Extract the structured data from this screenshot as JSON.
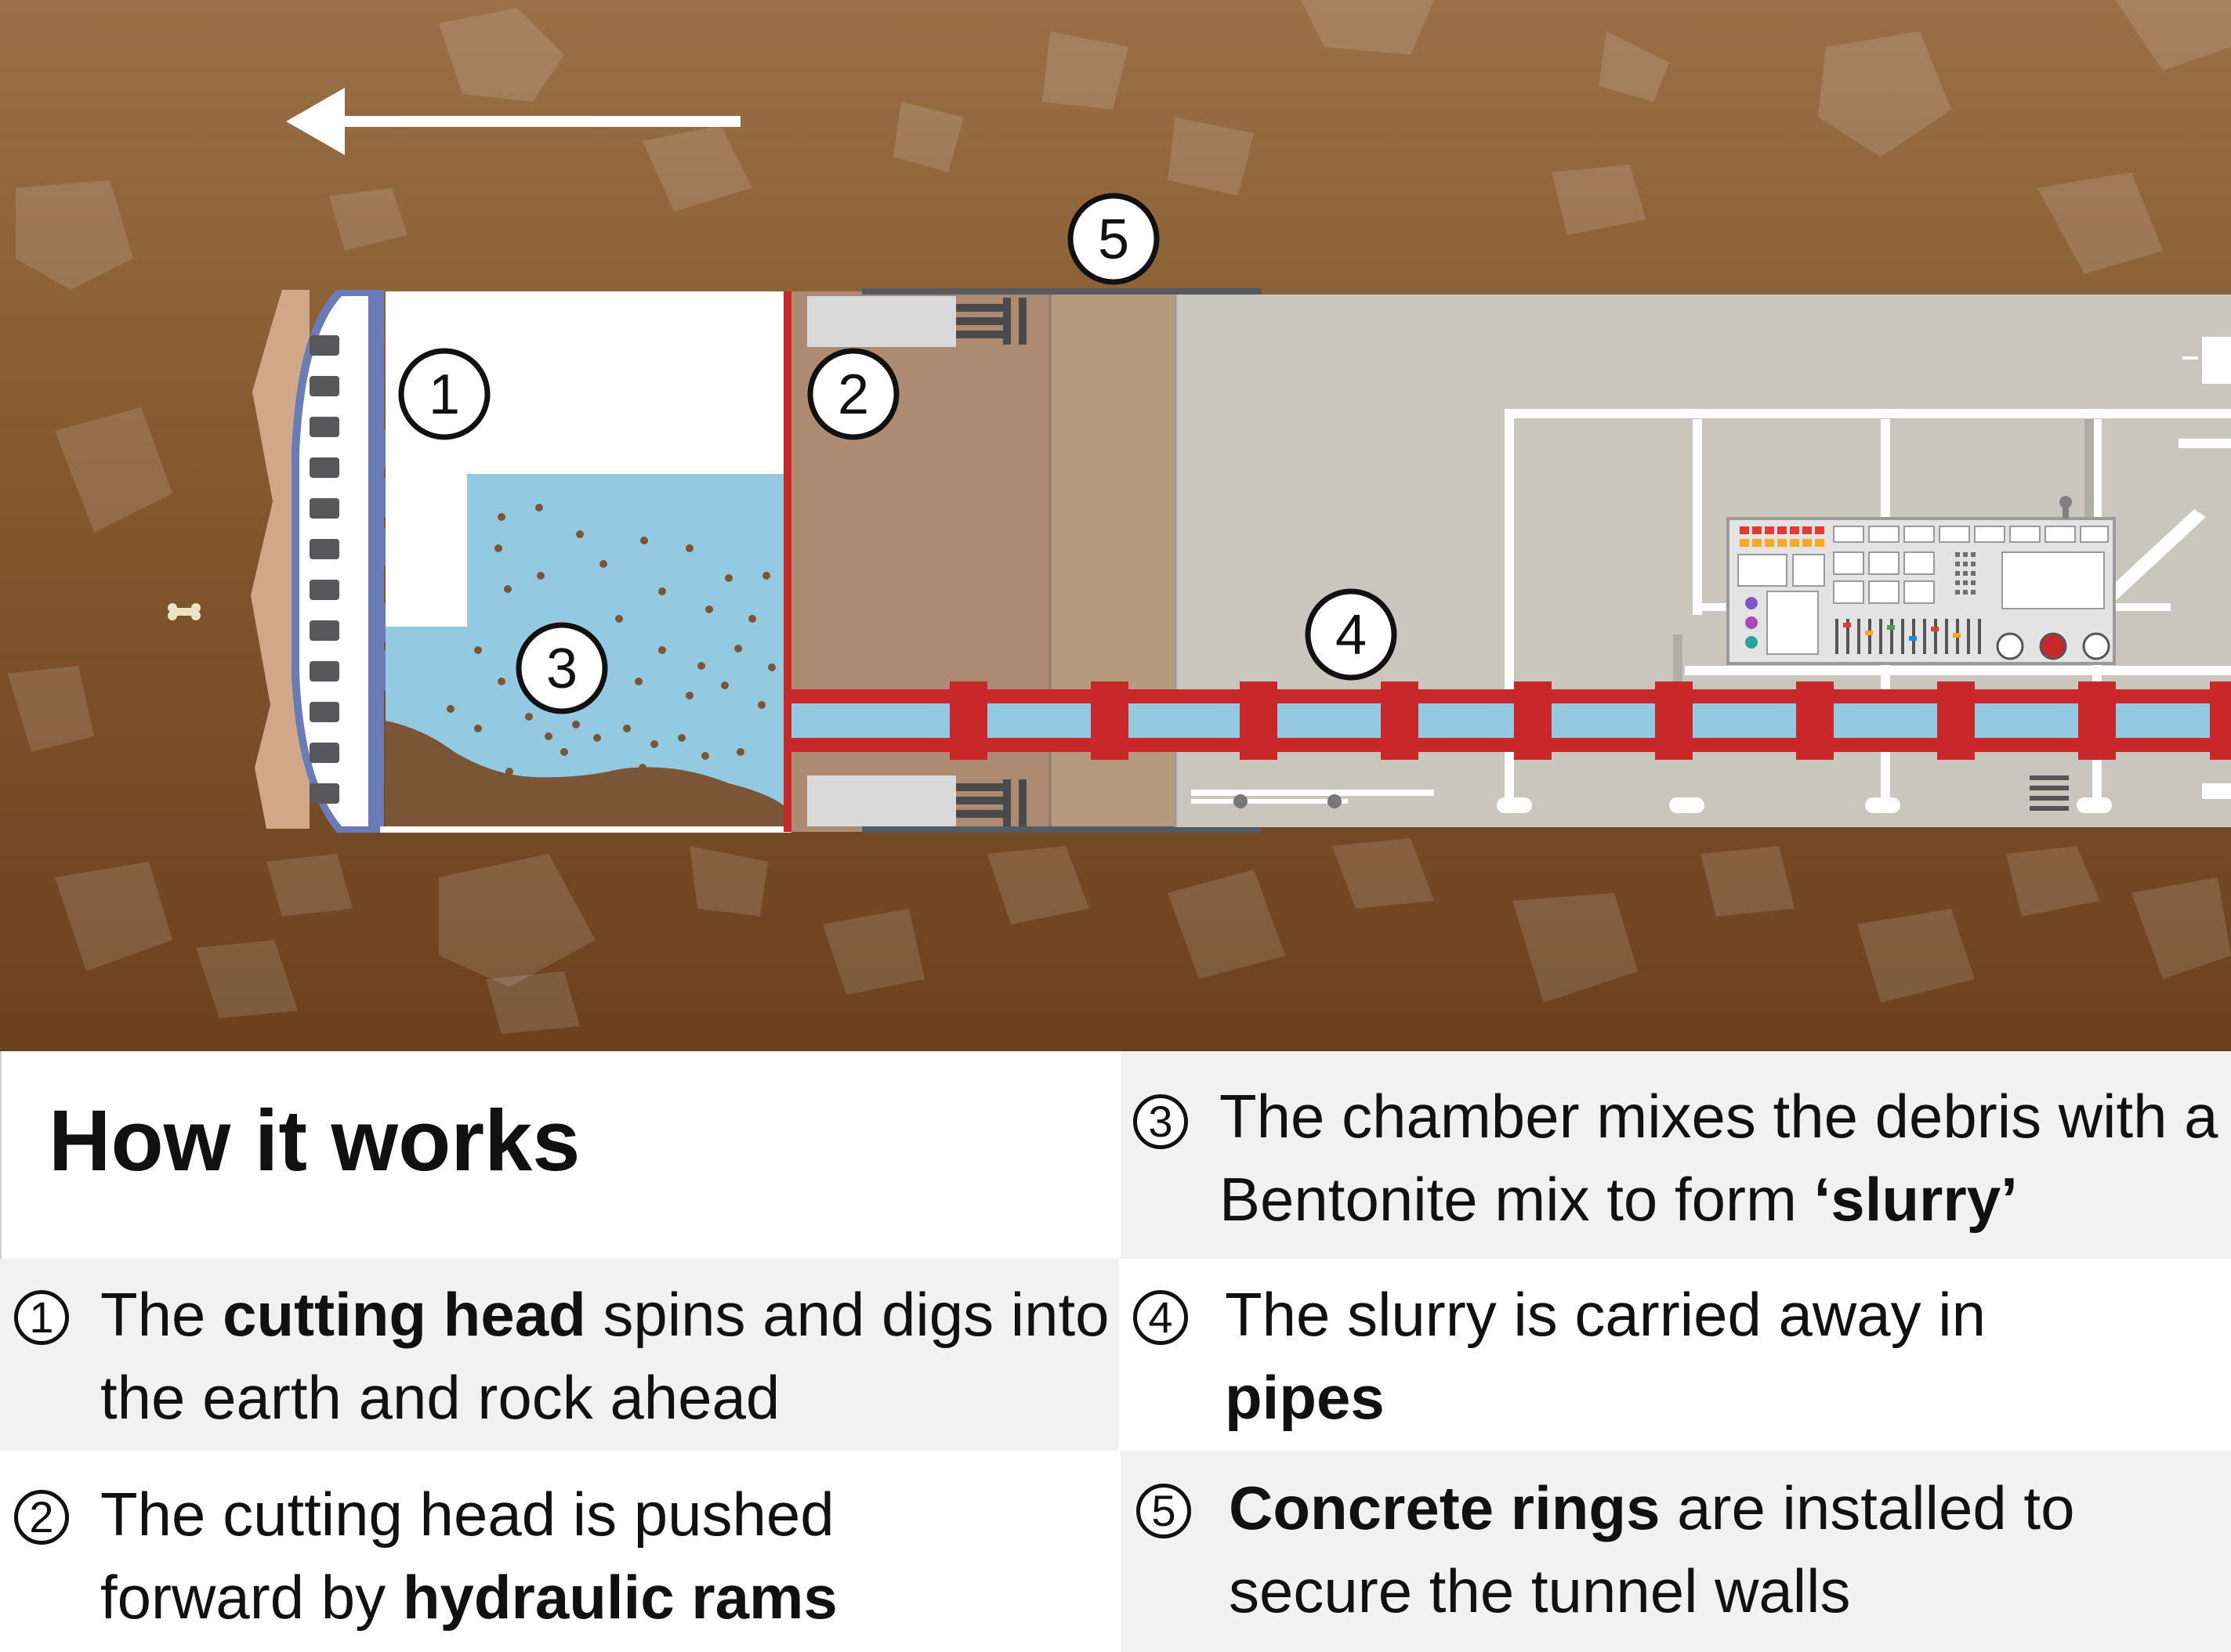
{
  "diagram": {
    "markers": [
      {
        "id": 1,
        "label": "1"
      },
      {
        "id": 2,
        "label": "2"
      },
      {
        "id": 3,
        "label": "3"
      },
      {
        "id": 4,
        "label": "4"
      },
      {
        "id": 5,
        "label": "5"
      }
    ]
  },
  "legend": {
    "heading": "How it works",
    "items": [
      {
        "num": "1",
        "before": "The ",
        "bold": "cutting head",
        "after": " spins and digs into the earth and rock ahead"
      },
      {
        "num": "2",
        "before": "The cutting head is pushed forward by ",
        "bold": "hydraulic rams",
        "after": ""
      },
      {
        "num": "3",
        "before": "The chamber mixes the debris with a Bentonite mix to form ",
        "bold": "‘slurry’",
        "after": ""
      },
      {
        "num": "4",
        "before": "The slurry is carried away in ",
        "bold": "pipes",
        "after": ""
      },
      {
        "num": "5",
        "before": "",
        "bold": "Concrete rings",
        "after": " are installed to secure the tunnel walls"
      }
    ]
  },
  "colors": {
    "soil_top": "#9a7048",
    "soil_bottom": "#6b4120",
    "cutting_head": "#6a7bb8",
    "slurry": "#94c9e2",
    "pipe_red": "#c8282a",
    "tunnel": "#c9c6bd",
    "ram_chamber": "#ad8a72"
  }
}
